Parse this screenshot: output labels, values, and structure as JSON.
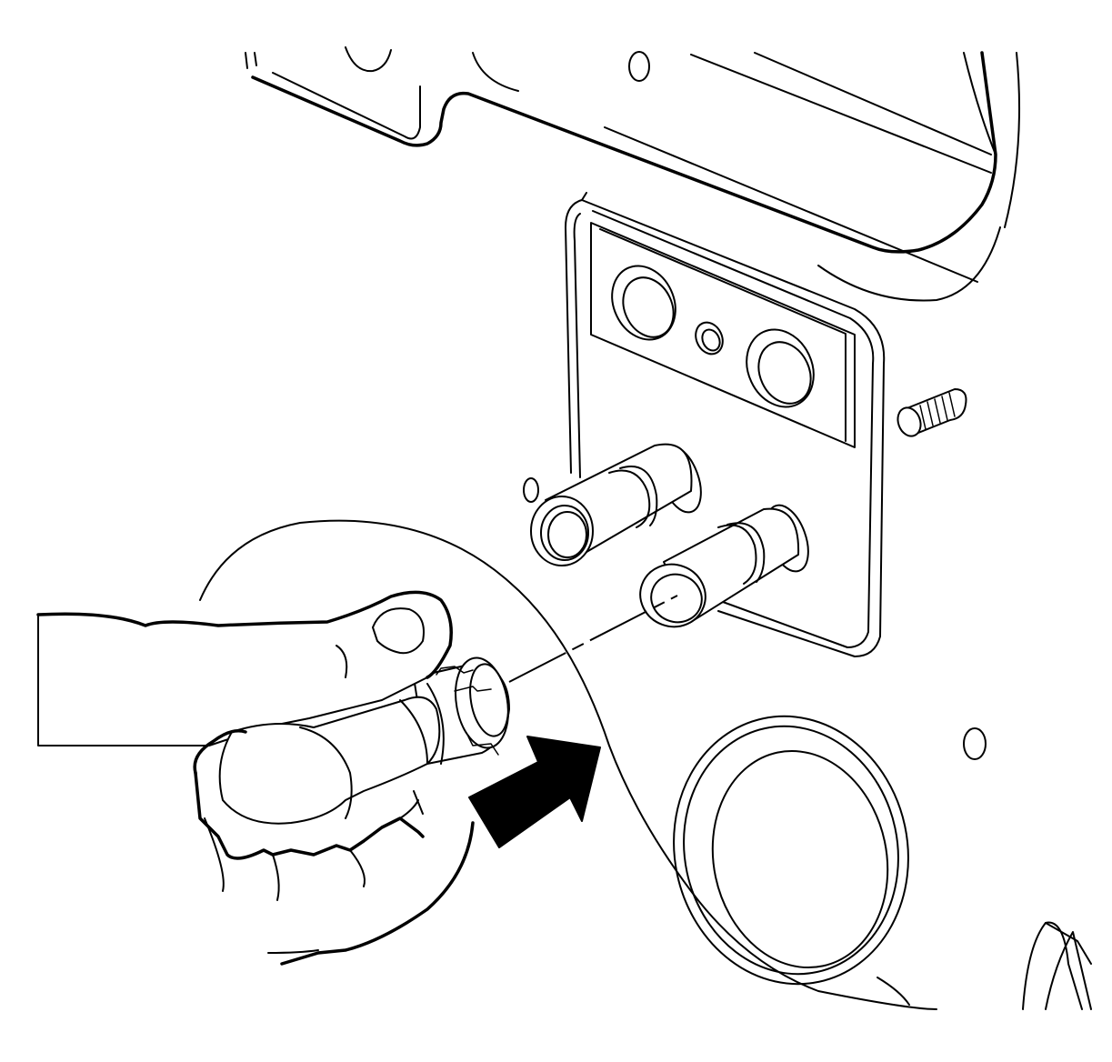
{
  "figure": {
    "type": "technical line illustration",
    "colors": {
      "background": "#ffffff",
      "line": "#000000",
      "arrow": "#000000"
    },
    "parts": [
      "housing-panel",
      "port-plate",
      "upper-port-left",
      "upper-port-right",
      "center-bolt-hole",
      "upper-pipe",
      "lower-pipe",
      "stud",
      "large-opening",
      "hand",
      "connector",
      "alignment-line",
      "direction-arrow"
    ]
  }
}
